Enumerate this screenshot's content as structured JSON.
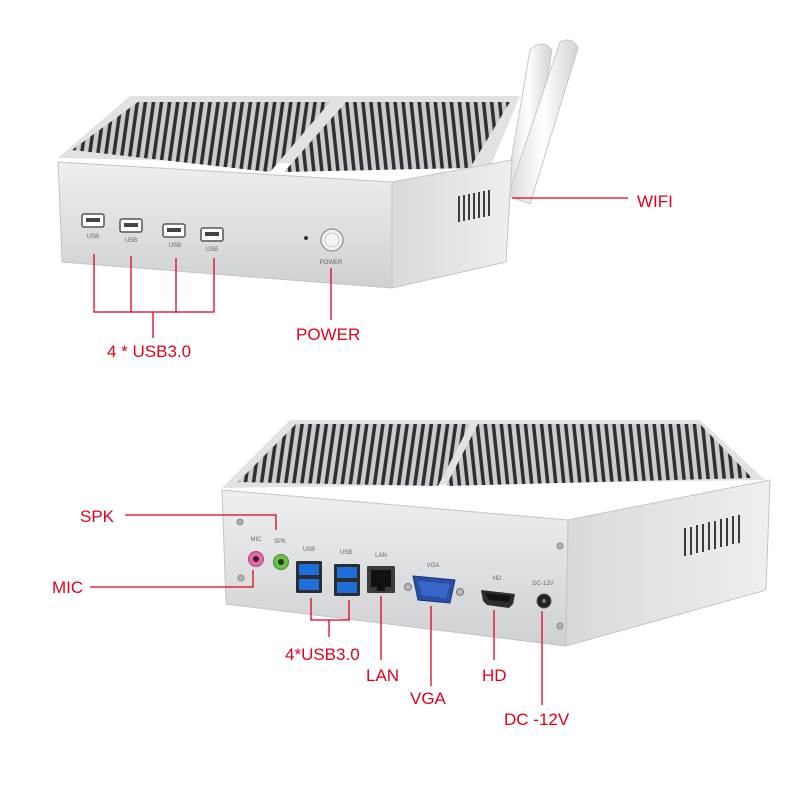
{
  "front": {
    "port_labels": [
      "USB",
      "USB",
      "USB",
      "USB"
    ],
    "power_label": "POWER"
  },
  "back": {
    "mic_label": "MIC",
    "spk_label": "SPK",
    "usb_labels": [
      "USB",
      "USB"
    ],
    "lan_label": "LAN",
    "vga_label": "VGA",
    "hd_label": "HD",
    "dc_label": "DC-12V"
  },
  "callouts": {
    "front_usb": "4 * USB3.0",
    "power": "POWER",
    "wifi": "WIFI",
    "spk": "SPK",
    "mic": "MIC",
    "back_usb": "4*USB3.0",
    "lan": "LAN",
    "vga": "VGA",
    "hd": "HD",
    "dc": "DC -12V"
  },
  "colors": {
    "callout": "#e3001b",
    "chassis": "#dcdddf",
    "port_blue": "#1e6fd9",
    "mic_pink": "#e26aa6",
    "spk_green": "#6cc04a",
    "vga_blue": "#2a4fa8"
  }
}
